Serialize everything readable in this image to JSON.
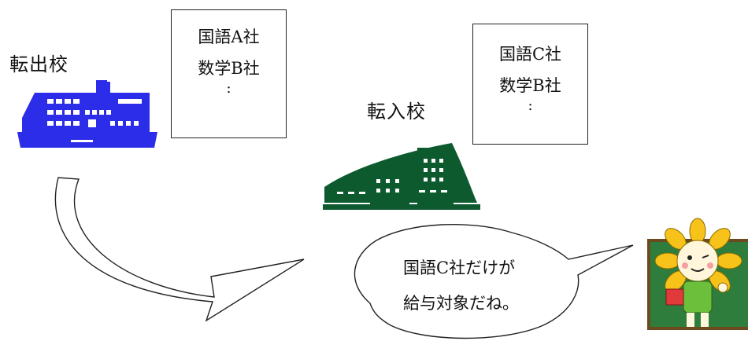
{
  "source_school": {
    "label": "転出校",
    "subjects": [
      "国語A社",
      "数学B社"
    ],
    "continuation": ":"
  },
  "destination_school": {
    "label": "転入校",
    "subjects": [
      "国語C社",
      "数学B社"
    ],
    "continuation": ":"
  },
  "speech_bubble": {
    "line1": "国語C社だけが",
    "line2": "給与対象だね。"
  },
  "colors": {
    "source_building": "#2b2de8",
    "destination_building": "#0c5a2e",
    "mascot_board": "#2f7d3c",
    "mascot_petals": "#f7c21a"
  }
}
